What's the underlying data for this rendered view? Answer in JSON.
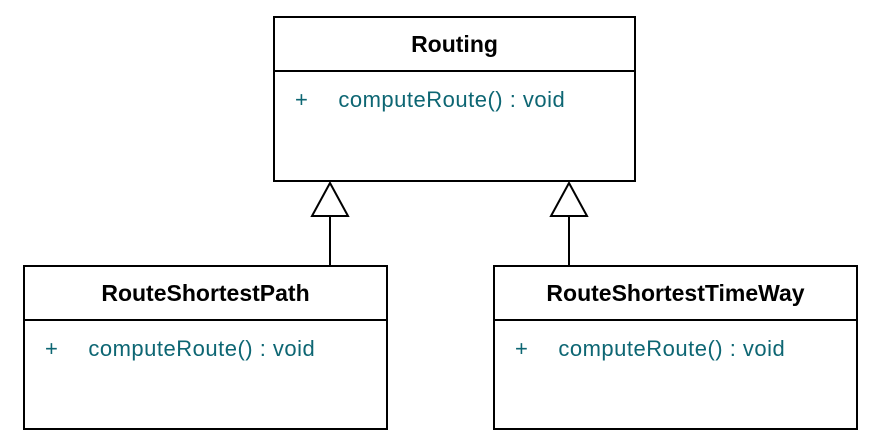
{
  "diagram_type": "uml-class-diagram",
  "classes": [
    {
      "name": "Routing",
      "methods": [
        {
          "visibility": "+",
          "signature": "computeRoute() : void"
        }
      ]
    },
    {
      "name": "RouteShortestPath",
      "methods": [
        {
          "visibility": "+",
          "signature": "computeRoute() : void"
        }
      ]
    },
    {
      "name": "RouteShortestTimeWay",
      "methods": [
        {
          "visibility": "+",
          "signature": "computeRoute() : void"
        }
      ]
    }
  ],
  "relations": [
    {
      "type": "generalization",
      "from": "RouteShortestPath",
      "to": "Routing"
    },
    {
      "type": "generalization",
      "from": "RouteShortestTimeWay",
      "to": "Routing"
    }
  ],
  "colors": {
    "background": "#ffffff",
    "border": "#000000",
    "class_name_text": "#000000",
    "method_text": "#0d6673",
    "arrow_fill": "#ffffff"
  }
}
